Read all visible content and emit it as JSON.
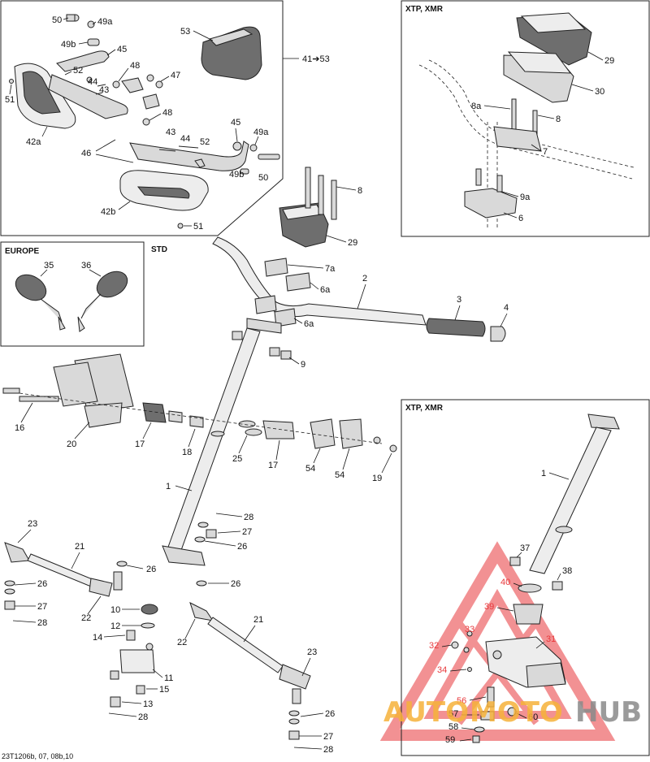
{
  "panels": {
    "top_left_label": "",
    "top_right_title": "XTP, XMR",
    "europe_title": "EUROPE",
    "std_title": "STD",
    "bottom_right_title": "XTP, XMR",
    "range_ref": "41➔53"
  },
  "footer": {
    "code": "23T1206b, 07, 08b,10"
  },
  "watermark": {
    "text_a": "AUTO",
    "text_b": "MOTO",
    "text_c": "HUB"
  },
  "callouts": {
    "c50a": "50",
    "c49a_top": "49a",
    "c49b_top": "49b",
    "c45a": "45",
    "c53": "53",
    "c52a": "52",
    "c48a": "48",
    "c44a": "44",
    "c43a": "43",
    "c47": "47",
    "c51a": "51",
    "c42a": "42a",
    "c48b": "48",
    "c45b": "45",
    "c43b": "43",
    "c44b": "44",
    "c52b": "52",
    "c49a_bot": "49a",
    "c46": "46",
    "c49b_bot": "49b",
    "c50b": "50",
    "c42b": "42b",
    "c51b": "51",
    "c29a": "29",
    "c30": "30",
    "c8a_top": "8a",
    "c8_top": "8",
    "c7": "7",
    "c9a": "9a",
    "c6": "6",
    "c35": "35",
    "c36": "36",
    "c8_mid": "8",
    "c29b": "29",
    "c7a": "7a",
    "c6a_1": "6a",
    "c2": "2",
    "c3": "3",
    "c4": "4",
    "c6a_2": "6a",
    "c9": "9",
    "c16": "16",
    "c20": "20",
    "c17a": "17",
    "c18": "18",
    "c25": "25",
    "c17b": "17",
    "c54a": "54",
    "c54b": "54",
    "c19": "19",
    "c1_main": "1",
    "c28a": "28",
    "c27a": "27",
    "c26a": "26",
    "c23a": "23",
    "c21a": "21",
    "c26b": "26",
    "c26c": "26",
    "c26d": "26",
    "c27b": "27",
    "c28b": "28",
    "c22a": "22",
    "c10": "10",
    "c12": "12",
    "c14": "14",
    "c11": "11",
    "c15": "15",
    "c13": "13",
    "c28c": "28",
    "c21b": "21",
    "c22b": "22",
    "c23b": "23",
    "c26e": "26",
    "c27c": "27",
    "c28d": "28",
    "c1_right": "1",
    "c37": "37",
    "c38": "38",
    "c40": "40",
    "c39": "39",
    "c33": "33",
    "c31": "31",
    "c32": "32",
    "c34": "34",
    "c56": "56",
    "c57": "57",
    "c60": "60",
    "c58": "58",
    "c59": "59"
  },
  "colors": {
    "watermark_red": "#e8393c",
    "watermark_orange": "#f6b23a",
    "watermark_grey": "#8a8a8a"
  }
}
